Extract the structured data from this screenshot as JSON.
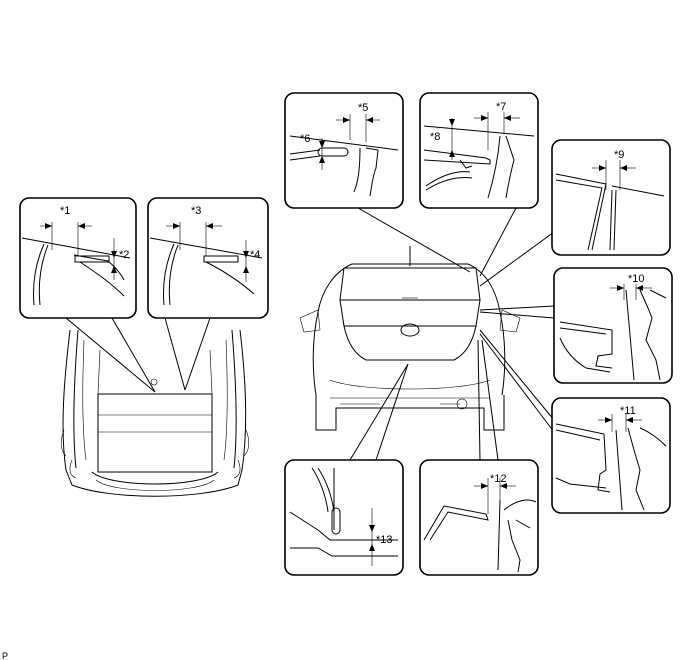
{
  "callouts": {
    "c1": "*1",
    "c2": "*2",
    "c3": "*3",
    "c4": "*4",
    "c5": "*5",
    "c6": "*6",
    "c7": "*7",
    "c8": "*8",
    "c9": "*9",
    "c10": "*10",
    "c11": "*11",
    "c12": "*12",
    "c13": "*13"
  },
  "page_code": "P"
}
